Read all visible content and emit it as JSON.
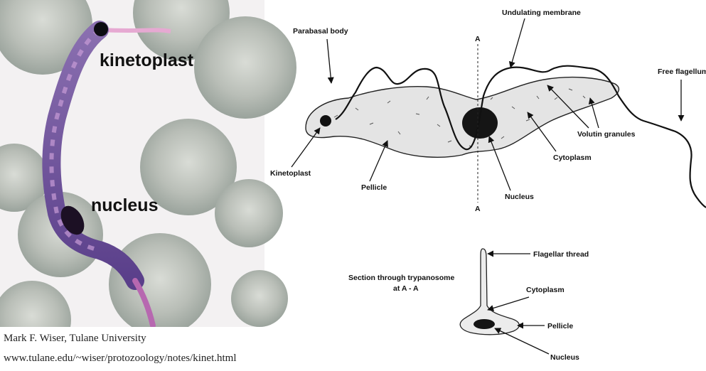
{
  "micrograph": {
    "kinetoplast_label": "kinetoplast",
    "nucleus_label": "nucleus",
    "credit_line1": "Mark F. Wiser, Tulane University",
    "credit_line2": "www.tulane.edu/~wiser/protozoology/notes/kinet.html"
  },
  "diagram": {
    "parabasal_body": "Parabasal body",
    "undulating_membrane": "Undulating membrane",
    "free_flagellum": "Free flagellum",
    "kinetoplast": "Kinetoplast",
    "pellicle": "Pellicle",
    "nucleus": "Nucleus",
    "cytoplasm": "Cytoplasm",
    "volutin_granules": "Volutin granules",
    "axis_top": "A",
    "axis_bottom": "A"
  },
  "section": {
    "title_line1": "Section through trypanosome",
    "title_line2": "at A - A",
    "flagellar_thread": "Flagellar thread",
    "cytoplasm": "Cytoplasm",
    "pellicle": "Pellicle",
    "nucleus": "Nucleus"
  }
}
